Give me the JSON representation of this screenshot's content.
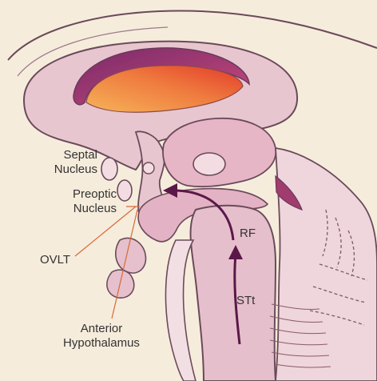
{
  "labels": {
    "septal_nucleus": [
      "Septal",
      "Nucleus"
    ],
    "preoptic_nucleus": [
      "Preoptic",
      "Nucleus"
    ],
    "ovlt": "OVLT",
    "rf": "RF",
    "stt": "STt",
    "anterior_hypothalamus": [
      "Anterior",
      "Hypothalamus"
    ]
  },
  "colors": {
    "background": "#f6ecdc",
    "tissue": "#e8c8d2",
    "tissue_dark": "#c78ea8",
    "ventricle": "#a03c6e",
    "gradient_start": "#f4a84a",
    "gradient_end": "#e8402a",
    "outline": "#6a4a5a",
    "arrow": "#5a1848",
    "leader_line": "#d86a3a"
  }
}
